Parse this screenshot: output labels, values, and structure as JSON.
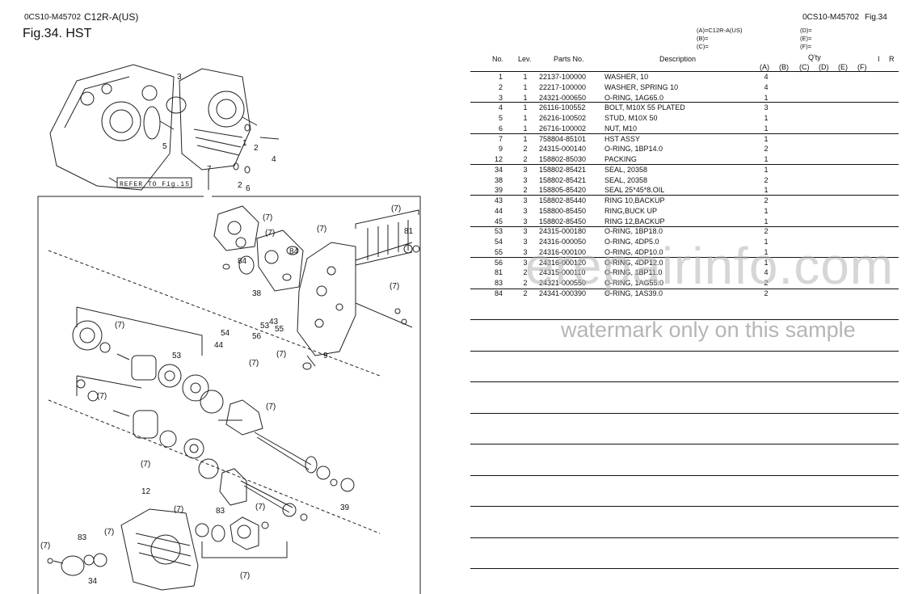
{
  "header": {
    "left_code": "0CS10-M45702",
    "model": "C12R-A(US)",
    "right_code": "0CS10-M45702",
    "right_fig": "Fig.34",
    "fig_title": "Fig.34.  HST"
  },
  "model_legend": {
    "a": "(A)=C12R-A(US)",
    "b": "(B)=",
    "c": "(C)=",
    "d": "(D)=",
    "e": "(E)=",
    "f": "(F)="
  },
  "table": {
    "headers": {
      "no": "No.",
      "lev": "Lev.",
      "parts_no": "Parts No.",
      "description": "Description",
      "qty": "Q'ty",
      "i": "I",
      "r": "R",
      "cols": [
        "(A)",
        "(B)",
        "(C)",
        "(D)",
        "(E)",
        "(F)"
      ]
    },
    "rows": [
      {
        "no": "1",
        "lev": "1",
        "pn": "22137-100000",
        "desc": "WASHER, 10",
        "qty": "4"
      },
      {
        "no": "2",
        "lev": "1",
        "pn": "22217-100000",
        "desc": "WASHER, SPRING 10",
        "qty": "4"
      },
      {
        "no": "3",
        "lev": "1",
        "pn": "24321-000650",
        "desc": "O-RING, 1AG65.0",
        "qty": "1"
      },
      {
        "no": "4",
        "lev": "1",
        "pn": "26116-100552",
        "desc": "BOLT, M10X 55 PLATED",
        "qty": "3"
      },
      {
        "no": "5",
        "lev": "1",
        "pn": "26216-100502",
        "desc": "STUD, M10X 50",
        "qty": "1"
      },
      {
        "no": "6",
        "lev": "1",
        "pn": "26716-100002",
        "desc": "NUT, M10",
        "qty": "1"
      },
      {
        "no": "7",
        "lev": "1",
        "pn": "758804-85101",
        "desc": "HST ASSY",
        "qty": "1"
      },
      {
        "no": "9",
        "lev": "2",
        "pn": "24315-000140",
        "desc": "O-RING, 1BP14.0",
        "qty": "2"
      },
      {
        "no": "12",
        "lev": "2",
        "pn": "158802-85030",
        "desc": "PACKING",
        "qty": "1"
      },
      {
        "no": "34",
        "lev": "3",
        "pn": "158802-85421",
        "desc": "SEAL, 20358",
        "qty": "1"
      },
      {
        "no": "38",
        "lev": "3",
        "pn": "158802-85421",
        "desc": "SEAL, 20358",
        "qty": "2"
      },
      {
        "no": "39",
        "lev": "2",
        "pn": "158805-85420",
        "desc": "SEAL 25*45*8.OIL",
        "qty": "1"
      },
      {
        "no": "43",
        "lev": "3",
        "pn": "158802-85440",
        "desc": "RING 10,BACKUP",
        "qty": "2"
      },
      {
        "no": "44",
        "lev": "3",
        "pn": "158800-85450",
        "desc": "RING,BUCK UP",
        "qty": "1"
      },
      {
        "no": "45",
        "lev": "3",
        "pn": "158802-85450",
        "desc": "RING 12,BACKUP",
        "qty": "1"
      },
      {
        "no": "53",
        "lev": "3",
        "pn": "24315-000180",
        "desc": "O-RING, 1BP18.0",
        "qty": "2"
      },
      {
        "no": "54",
        "lev": "3",
        "pn": "24316-000050",
        "desc": "O-RING, 4DP5.0",
        "qty": "1"
      },
      {
        "no": "55",
        "lev": "3",
        "pn": "24316-000100",
        "desc": "O-RING, 4DP10.0",
        "qty": "1"
      },
      {
        "no": "56",
        "lev": "3",
        "pn": "24316-000120",
        "desc": "O-RING, 4DP12.0",
        "qty": "1"
      },
      {
        "no": "81",
        "lev": "2",
        "pn": "24315-000110",
        "desc": "O-RING, 1BP11.0",
        "qty": "4"
      },
      {
        "no": "83",
        "lev": "2",
        "pn": "24321-000550",
        "desc": "O-RING, 1AG55.0",
        "qty": "2"
      },
      {
        "no": "84",
        "lev": "2",
        "pn": "24341-000390",
        "desc": "O-RING, 1AS39.0",
        "qty": "2"
      }
    ]
  },
  "watermark": {
    "site": "erepairinfo.com",
    "note": "watermark only on this sample"
  },
  "diagram": {
    "refer": "REFER TO Fig.15",
    "labels": [
      "3",
      "1",
      "2",
      "4",
      "5",
      "7",
      "2",
      "6",
      "(7)",
      "(7)",
      "(7)",
      "81",
      "(7)",
      "84",
      "84",
      "38",
      "(7)",
      "43",
      "53",
      "54",
      "55",
      "56",
      "44",
      "53",
      "(7)",
      "(7)",
      "9",
      "(7)",
      "(7)",
      "(7)",
      "(7)",
      "39",
      "12",
      "(7)",
      "83",
      "(7)",
      "(7)",
      "83",
      "(7)",
      "34",
      "(7)"
    ]
  }
}
